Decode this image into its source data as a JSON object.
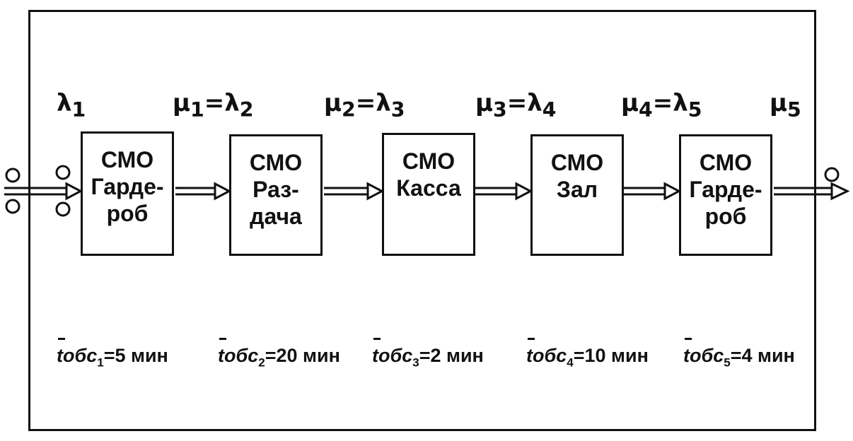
{
  "diagram": {
    "flow_labels": [
      {
        "sym": "λ",
        "sub": "1",
        "eq": "",
        "sym2": "",
        "sub2": ""
      },
      {
        "sym": "μ",
        "sub": "1",
        "eq": "=",
        "sym2": "λ",
        "sub2": "2"
      },
      {
        "sym": "μ",
        "sub": "2",
        "eq": "=",
        "sym2": "λ",
        "sub2": "3"
      },
      {
        "sym": "μ",
        "sub": "3",
        "eq": "=",
        "sym2": "λ",
        "sub2": "4"
      },
      {
        "sym": "μ",
        "sub": "4",
        "eq": "=",
        "sym2": "λ",
        "sub2": "5"
      },
      {
        "sym": "μ",
        "sub": "5",
        "eq": "",
        "sym2": "",
        "sub2": ""
      }
    ],
    "boxes": [
      {
        "line1": "СМО",
        "line2": "Гарде-",
        "line3": "роб"
      },
      {
        "line1": "СМО",
        "line2": "Раз-",
        "line3": "дача"
      },
      {
        "line1": "СМО",
        "line2": "Касса",
        "line3": ""
      },
      {
        "line1": "СМО",
        "line2": "Зал",
        "line3": ""
      },
      {
        "line1": "СМО",
        "line2": "Гарде-",
        "line3": "роб"
      }
    ],
    "times": [
      {
        "sym": "t",
        "mid": "обс",
        "sub": "1",
        "value": "=5 мин"
      },
      {
        "sym": "t",
        "mid": "обс",
        "sub": "2",
        "value": "=20 мин"
      },
      {
        "sym": "t",
        "mid": "обс",
        "sub": "3",
        "value": "=2 мин"
      },
      {
        "sym": "t",
        "mid": "обс",
        "sub": "4",
        "value": "=10 мин"
      },
      {
        "sym": "t",
        "mid": "обс",
        "sub": "5",
        "value": "=4 мин"
      }
    ]
  }
}
